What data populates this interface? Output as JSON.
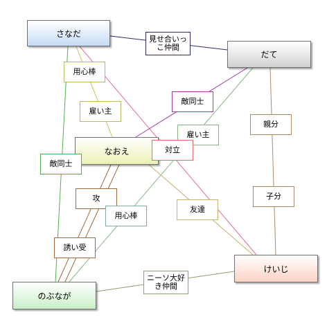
{
  "nodes": {
    "sanada": "さなだ",
    "date": "だて",
    "naoe": "なおえ",
    "keiji": "けいじ",
    "nobunaga": "のぶなが"
  },
  "edge_labels": {
    "misegai": "見せ合いっ\nこ仲間",
    "youjinbou_1": "用心棒",
    "yatoinushi_1": "雇い主",
    "tekidoushi_1": "敵同士",
    "yatoinushi_2": "雇い主",
    "oyabun": "親分",
    "tairitsu": "対立",
    "tekidoushi_2": "敵同士",
    "kobun": "子分",
    "kou": "攻",
    "tomodachi": "友達",
    "youjinbou_2": "用心棒",
    "sasoiuke": "誘い受",
    "neeso": "ニーソ大好\nき仲間"
  },
  "colors": {
    "sanada_fill": "#c6dcf5",
    "date_fill": "#d2d2d2",
    "naoe_fill": "#ecf0b4",
    "keiji_fill": "#fcd2c4",
    "nobunaga_fill": "#c8f0c8",
    "edge_navy": "#2a2a6a",
    "edge_olive": "#c8b070",
    "edge_purple": "#a43aa4",
    "edge_green": "#4caf4c",
    "edge_lightgreen": "#86b586",
    "edge_pink": "#e07070",
    "edge_brown": "#a06a3a",
    "edge_tan": "#b08a68",
    "edge_teal": "#7ab0a0"
  }
}
